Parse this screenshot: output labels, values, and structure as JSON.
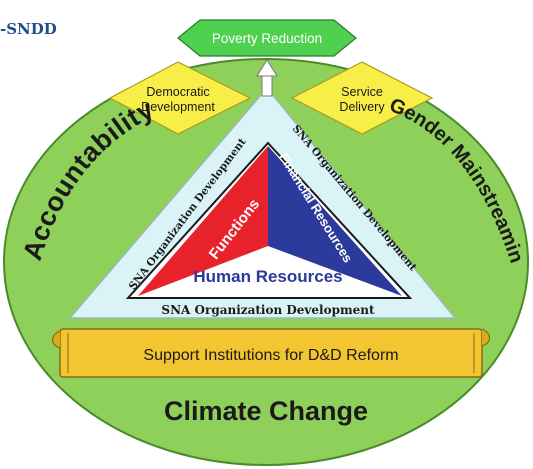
{
  "header_text": "-SNDD",
  "top_label": "Poverty Reduction",
  "left_diamond": [
    "Democratic",
    "Development"
  ],
  "right_diamond": [
    "Service",
    "Delivery"
  ],
  "left_arc": "Accountability",
  "right_arc": "Gender Mainstreaming",
  "bottom_arc": "Climate Change",
  "inner_left_side": "SNA Organization Development",
  "inner_right_side": "SNA Organization Development",
  "inner_base": "SNA Organization Development",
  "functions": "Functions",
  "financial": "Financial Resources",
  "human": "Human Resources",
  "banner": "Support Institutions for D&D Reform",
  "colors": {
    "ellipse": "#8ed05a",
    "top_box": "#4fd04f",
    "diamond": "#f7ef48",
    "inner_triangle": "#d9f3f6",
    "functions": "#e8222a",
    "financial": "#2c3a9c",
    "banner": "#f2c531",
    "header": "#1f4e8c"
  },
  "icons": [
    "arrow-up-icon"
  ]
}
